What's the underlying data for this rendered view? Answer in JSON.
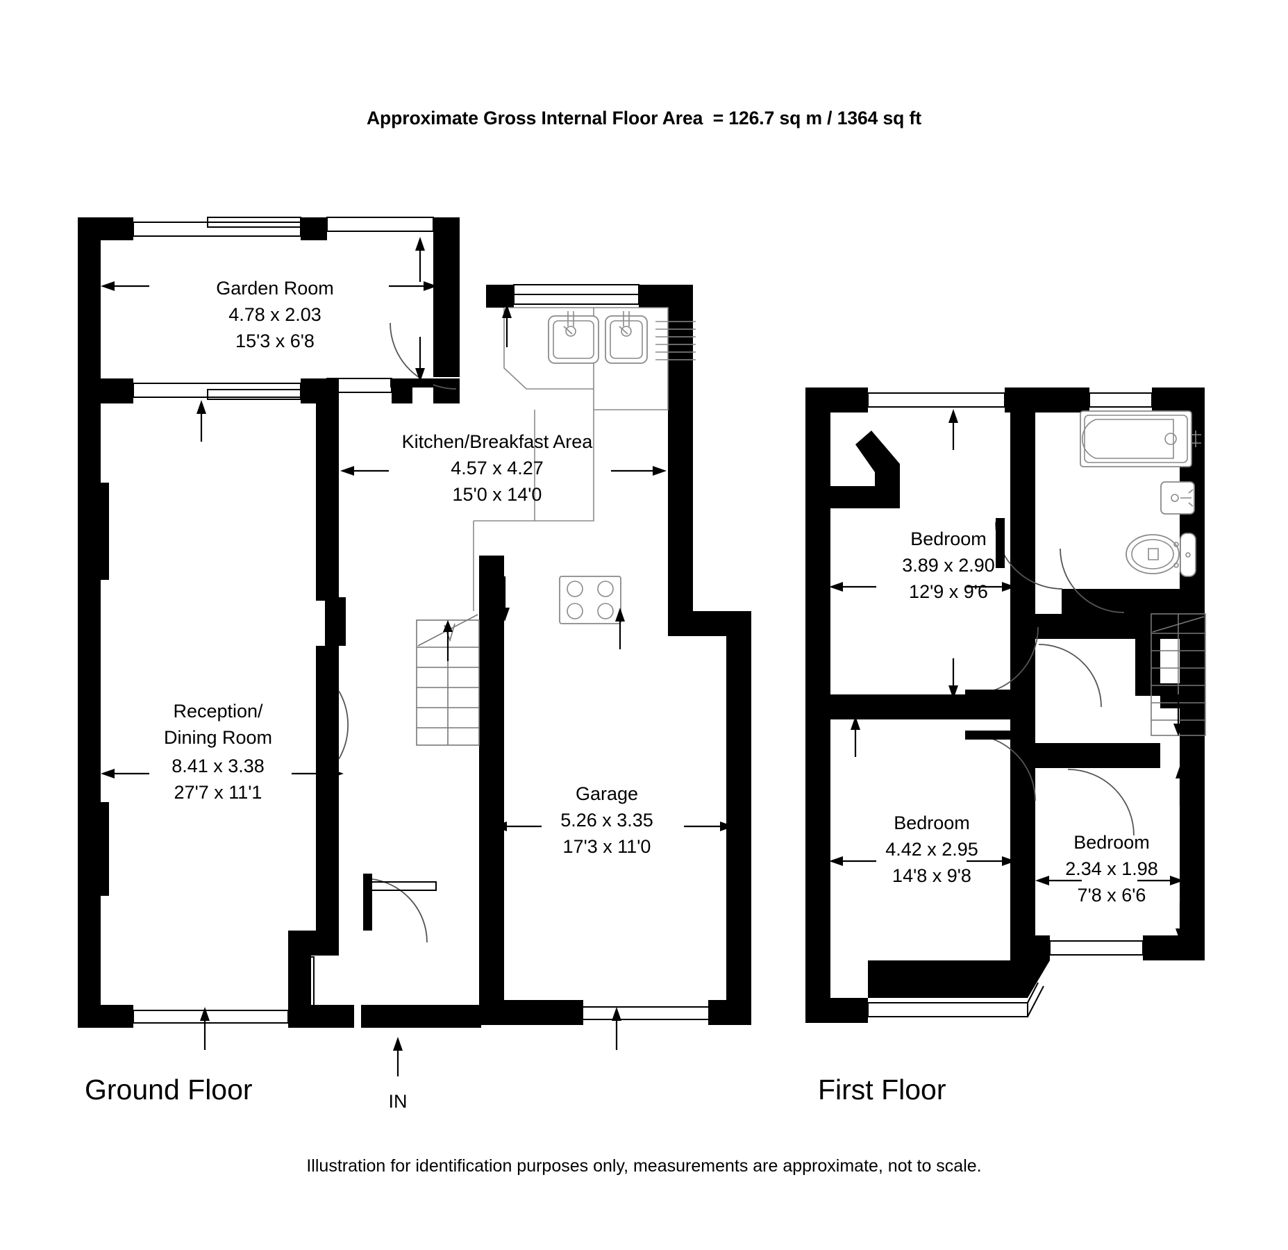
{
  "header": {
    "title": "Approximate Gross Internal Floor Area  = 126.7 sq m / 1364 sq ft"
  },
  "footer": {
    "disclaimer": "Illustration for identification purposes only, measurements are approximate, not to scale."
  },
  "floors": [
    {
      "id": "ground",
      "caption": "Ground Floor",
      "rooms": [
        {
          "id": "garden-room",
          "name": "Garden Room",
          "metric": "4.78 x 2.03",
          "imperial": "15'3 x 6'8"
        },
        {
          "id": "kitchen-breakfast-area",
          "name": "Kitchen/Breakfast Area",
          "metric": "4.57 x 4.27",
          "imperial": "15'0 x 14'0"
        },
        {
          "id": "reception-dining-room",
          "name_line1": "Reception/",
          "name_line2": "Dining Room",
          "metric": "8.41 x 3.38",
          "imperial": "27'7 x 11'1"
        },
        {
          "id": "garage",
          "name": "Garage",
          "metric": "5.26 x 3.35",
          "imperial": "17'3 x 11'0"
        }
      ],
      "entrance": {
        "label": "IN",
        "icon": "up-arrow-icon"
      }
    },
    {
      "id": "first",
      "caption": "First Floor",
      "rooms": [
        {
          "id": "bedroom-1",
          "name": "Bedroom",
          "metric": "3.89 x 2.90",
          "imperial": "12'9 x 9'6"
        },
        {
          "id": "bedroom-2",
          "name": "Bedroom",
          "metric": "4.42 x 2.95",
          "imperial": "14'8 x 9'8"
        },
        {
          "id": "bedroom-3",
          "name": "Bedroom",
          "metric": "2.34 x 1.98",
          "imperial": "7'8 x 6'6"
        }
      ],
      "fixtures": [
        {
          "id": "bath",
          "icon": "bathtub-icon"
        },
        {
          "id": "basin",
          "icon": "wash-basin-icon"
        },
        {
          "id": "wc",
          "icon": "toilet-icon"
        },
        {
          "id": "stairs",
          "icon": "staircase-icon"
        }
      ]
    }
  ],
  "ground_fixtures": [
    {
      "id": "sink",
      "icon": "double-sink-icon"
    },
    {
      "id": "hob",
      "icon": "cooker-hob-icon"
    },
    {
      "id": "stairs",
      "icon": "staircase-icon"
    }
  ],
  "colors": {
    "wall": "#000000",
    "background": "#ffffff",
    "fixture_stroke": "#8a8a8a",
    "text": "#000000"
  }
}
